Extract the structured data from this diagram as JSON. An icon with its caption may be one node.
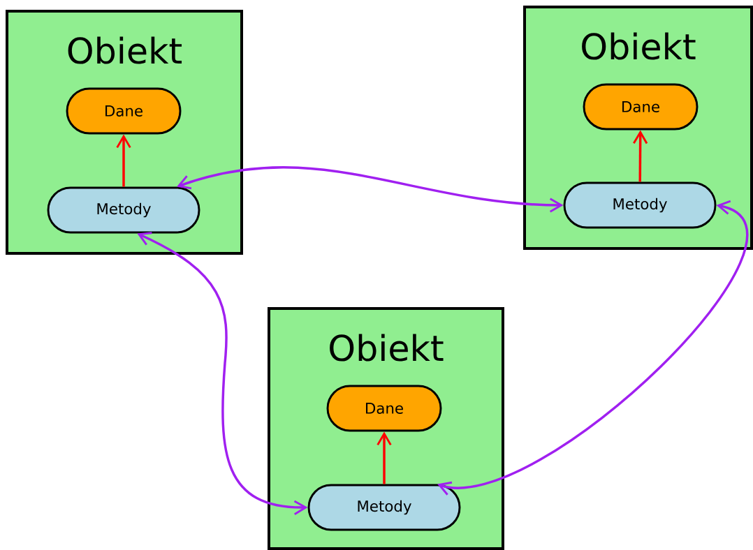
{
  "diagram": {
    "nodes": [
      {
        "text": [
          "Obiekt"
        ]
      },
      {
        "text": [
          "Dane"
        ],
        "in": 0
      },
      {
        "text": [
          "Metody"
        ],
        "in": 0
      },
      {
        "text": [
          "Obiekt"
        ]
      },
      {
        "text": [
          "Dane"
        ],
        "in": 3
      },
      {
        "text": [
          "Metody"
        ],
        "in": 3
      },
      {
        "text": [
          "Obiekt"
        ]
      },
      {
        "text": [
          "Dane"
        ],
        "in": 6
      },
      {
        "text": [
          "Metody"
        ],
        "in": 6
      }
    ],
    "edges": [
      {
        "from": 2,
        "to": 1,
        "arrow": "to",
        "color": "#ff0000"
      },
      {
        "from": 5,
        "to": 4,
        "arrow": "to",
        "color": "#ff0000"
      },
      {
        "from": 8,
        "to": 7,
        "arrow": "to",
        "color": "#ff0000"
      },
      {
        "from": 2,
        "to": 5,
        "arrow": "both",
        "color": "#a020f0"
      },
      {
        "from": 2,
        "to": 8,
        "arrow": "both",
        "color": "#a020f0"
      },
      {
        "from": 5,
        "to": 8,
        "arrow": "both",
        "color": "#a020f0"
      }
    ]
  }
}
